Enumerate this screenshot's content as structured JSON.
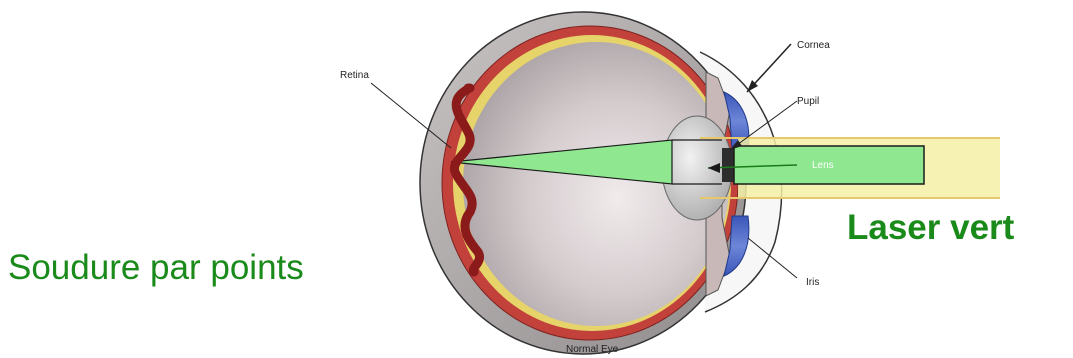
{
  "labels": {
    "retina": "Retina",
    "cornea": "Cornea",
    "pupil": "Pupil",
    "lens": "Lens",
    "iris": "Iris",
    "normal_eye": "Normal Eye"
  },
  "captions": {
    "spot_welding": "Soudure par points",
    "green_laser": "Laser vert"
  },
  "colors": {
    "laser_green": "#8fe88f",
    "caption_green": "#1a8a1a",
    "retina_scar": "#8b1a1a"
  }
}
